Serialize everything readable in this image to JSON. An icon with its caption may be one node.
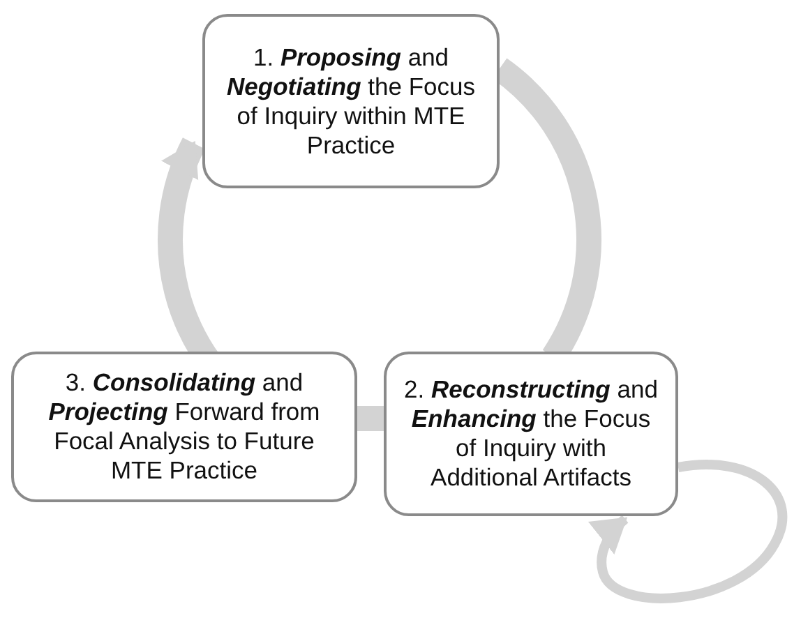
{
  "diagram": {
    "nodes": [
      {
        "text": [
          "1. **Proposing** and **Negotiating** the Focus of Inquiry within MTE Practice"
        ]
      },
      {
        "text": [
          "2. **Reconstructing** and **Enhancing** the Focus of Inquiry with Additional Artifacts"
        ]
      },
      {
        "text": [
          "3. **Consolidating** and **Projecting** Forward from Focal Analysis to Future MTE Practice"
        ]
      }
    ],
    "edges": [
      {
        "from": 2,
        "to": 0,
        "arrow": "to"
      },
      {
        "from": 0,
        "to": 1,
        "arrow": "none"
      },
      {
        "from": 1,
        "to": 2,
        "arrow": "none"
      },
      {
        "from": 1,
        "to": 1,
        "arrow": "to"
      }
    ]
  }
}
